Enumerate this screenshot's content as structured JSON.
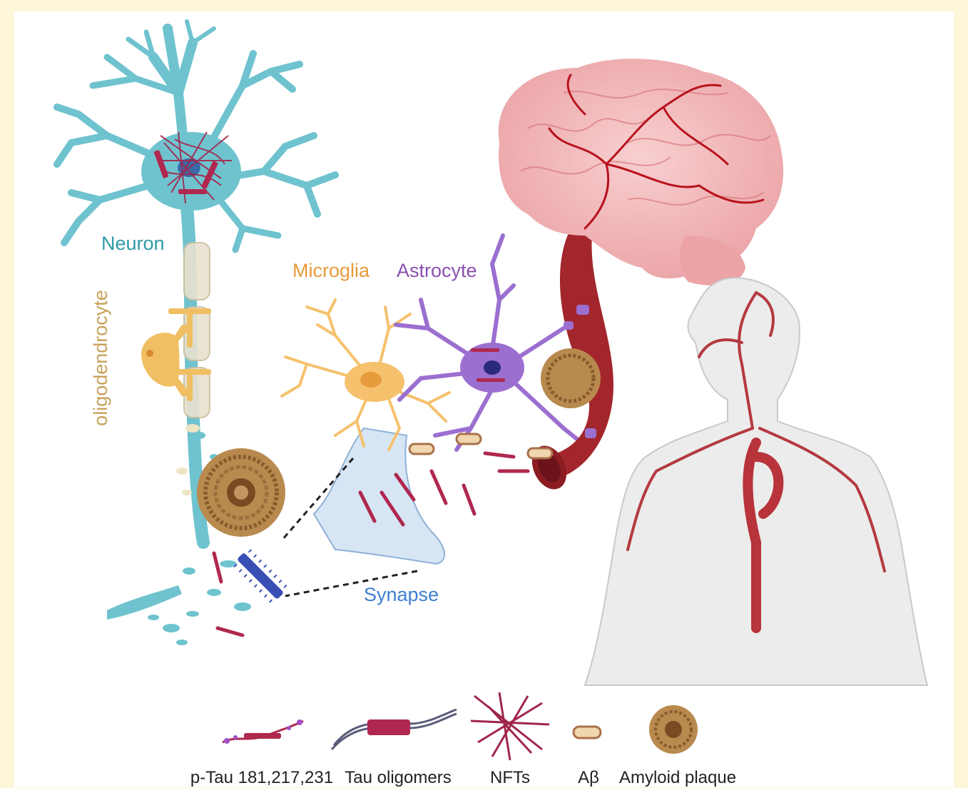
{
  "labels": {
    "neuron": "Neuron",
    "oligodendrocyte": "oligodendrocyte",
    "microglia": "Microglia",
    "astrocyte": "Astrocyte",
    "synapse": "Synapse"
  },
  "legend": [
    {
      "label": "p-Tau 181,217,231",
      "icon": "p-tau-icon"
    },
    {
      "label": "Tau oligomers",
      "icon": "tau-oligomer-icon"
    },
    {
      "label": "NFTs",
      "icon": "nft-icon"
    },
    {
      "label": "Aβ",
      "icon": "amyloid-beta-icon"
    },
    {
      "label": "Amyloid plaque",
      "icon": "amyloid-plaque-icon"
    }
  ],
  "colors": {
    "neuron": "#6fc3cf",
    "oligodendrocyte": "#f0bf63",
    "microglia": "#f6c16d",
    "astrocyte": "#9b6fd0",
    "vessel": "#a3262c",
    "brain": "#f3b6b8",
    "tau": "#b0284f",
    "plaque": "#8a5a2b",
    "abeta": "#f1d7b0"
  }
}
